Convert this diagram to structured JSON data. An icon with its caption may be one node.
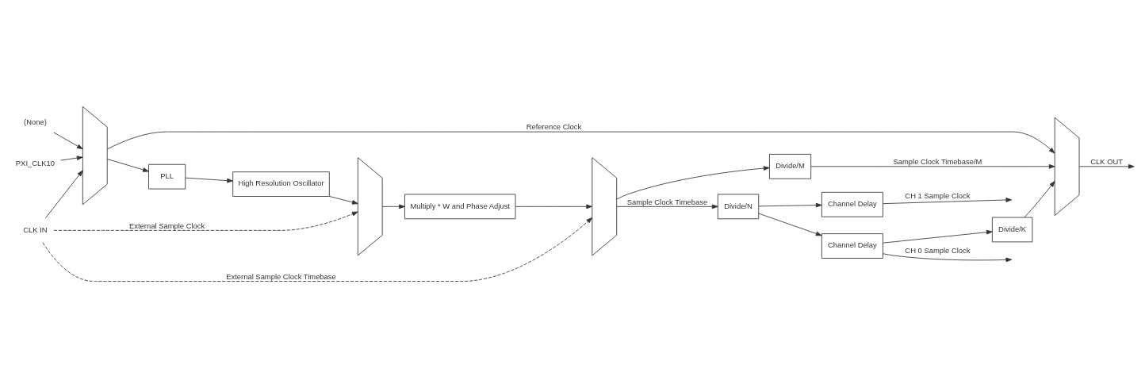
{
  "diagram": {
    "nodes": [
      {
        "text": [
          "CLK IN"
        ]
      },
      {
        "text": [
          "PXI_CLK10"
        ]
      },
      {
        "text": [
          "(None)"
        ]
      },
      {
        "text": [],
        "shape": "trapezoid"
      },
      {
        "text": [
          "PLL"
        ]
      },
      {
        "text": [
          "High Resolution Oscillator"
        ]
      },
      {
        "text": [],
        "shape": "trapezoid"
      },
      {
        "text": [
          "Multiply * W and Phase Adjust"
        ]
      },
      {
        "text": [],
        "shape": "trapezoid"
      },
      {
        "text": [
          "Divide/N"
        ]
      },
      {
        "text": [
          "Channel Delay"
        ]
      },
      {
        "text": [
          "Channel Delay"
        ]
      },
      {
        "text": [
          "Divide/M"
        ]
      },
      {
        "text": [
          "Divide/K"
        ]
      },
      {
        "text": [],
        "shape": "trapezoid"
      }
    ],
    "edges": [
      {
        "from": 0,
        "to": 3,
        "arrow": "to"
      },
      {
        "from": 1,
        "to": 3,
        "arrow": "to"
      },
      {
        "from": 2,
        "to": 3,
        "arrow": "to"
      },
      {
        "from": 0,
        "to": 6,
        "arrow": "to",
        "label": "External Sample Clock",
        "style": "dashed"
      },
      {
        "from": 0,
        "to": 8,
        "arrow": "to",
        "label": "External Sample Clock Timebase",
        "style": "dashed"
      },
      {
        "from": 3,
        "to": 4,
        "arrow": "to"
      },
      {
        "from": 3,
        "to": 14,
        "arrow": "to",
        "label": "Reference Clock"
      },
      {
        "from": 4,
        "to": 5,
        "arrow": "to"
      },
      {
        "from": 5,
        "to": 6,
        "arrow": "to"
      },
      {
        "from": 6,
        "to": 7,
        "arrow": "to"
      },
      {
        "from": 7,
        "to": 8,
        "arrow": "to"
      },
      {
        "from": 8,
        "to": 9,
        "arrow": "to",
        "label": "Sample Clock Timebase"
      },
      {
        "from": 8,
        "to": 12,
        "arrow": "to"
      },
      {
        "from": 9,
        "to": 10,
        "arrow": "to"
      },
      {
        "from": 9,
        "to": 11,
        "arrow": "to"
      },
      {
        "from": 10,
        "to": null,
        "arrow": "to",
        "label": "CH 0 Sample Clock"
      },
      {
        "from": 10,
        "to": 13,
        "arrow": "to"
      },
      {
        "from": 11,
        "to": null,
        "arrow": "to",
        "label": "CH 1 Sample Clock"
      },
      {
        "from": 12,
        "to": 14,
        "arrow": "to",
        "label": "Sample Clock Timebase/M"
      },
      {
        "from": 13,
        "to": 14,
        "arrow": "to"
      },
      {
        "from": 14,
        "to": null,
        "arrow": "to",
        "label": "CLK OUT"
      }
    ]
  }
}
